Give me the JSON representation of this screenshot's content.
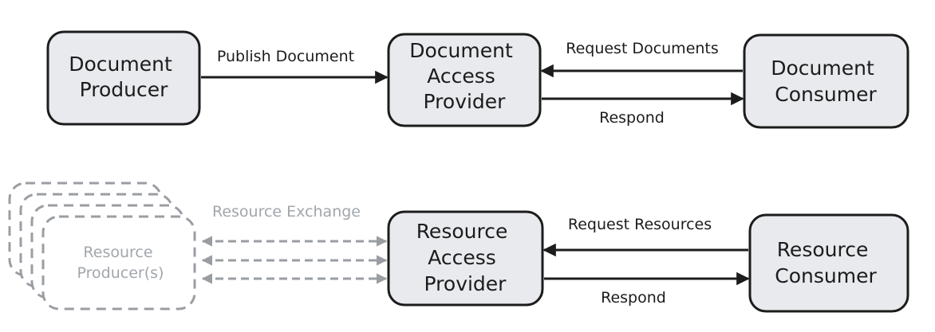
{
  "top": {
    "producer": [
      "Document",
      "Producer"
    ],
    "provider": [
      "Document",
      "Access",
      "Provider"
    ],
    "consumer": [
      "Document",
      "Consumer"
    ],
    "publish_label": "Publish Document",
    "request_label": "Request Documents",
    "respond_label": "Respond"
  },
  "bottom": {
    "producer": [
      "Resource",
      "Producer(s)"
    ],
    "provider": [
      "Resource",
      "Access",
      "Provider"
    ],
    "consumer": [
      "Resource",
      "Consumer"
    ],
    "exchange_label": "Resource Exchange",
    "request_label": "Request Resources",
    "respond_label": "Respond"
  },
  "colors": {
    "box_fill": "#e8eaed",
    "box_stroke": "#1c1c1c",
    "arrow": "#1c1c1c",
    "muted": "#9a9ea3",
    "muted_text": "#a2a6ab"
  }
}
